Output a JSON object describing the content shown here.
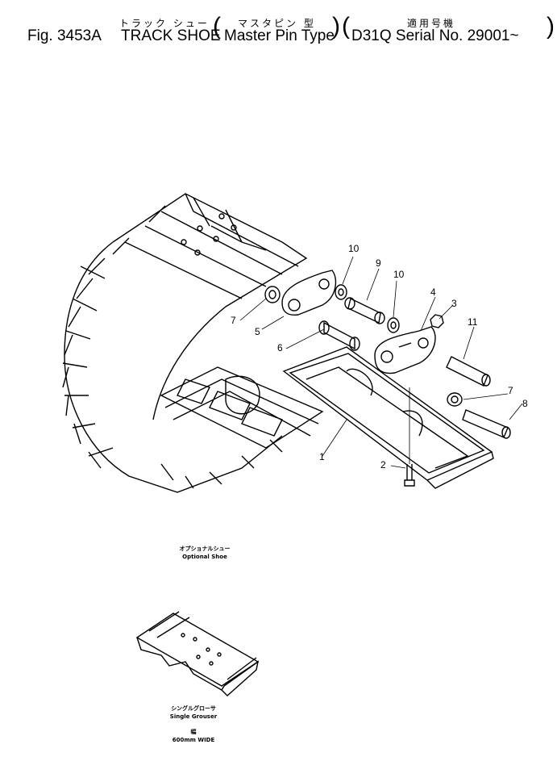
{
  "header": {
    "fig_no": "Fig. 3453A",
    "title_en": "TRACK SHOE",
    "title_jp": "トラック シュー",
    "type_en": "Master Pin Type",
    "type_jp": "マスタピン 型",
    "serial_en": "D31Q Serial No. 29001~",
    "serial_jp": "適用号機"
  },
  "callouts": {
    "c1": "1",
    "c2": "2",
    "c3": "3",
    "c4": "4",
    "c5": "5",
    "c6": "6",
    "c7a": "7",
    "c7b": "7",
    "c8": "8",
    "c9": "9",
    "c10a": "10",
    "c10b": "10",
    "c11": "11"
  },
  "optional": {
    "jp": "オプショナルシュー",
    "en": "Optional Shoe"
  },
  "single": {
    "jp": "シングルグローサ",
    "en": "Single Grouser",
    "width_jp": "幅",
    "width_en": "600mm WIDE"
  }
}
